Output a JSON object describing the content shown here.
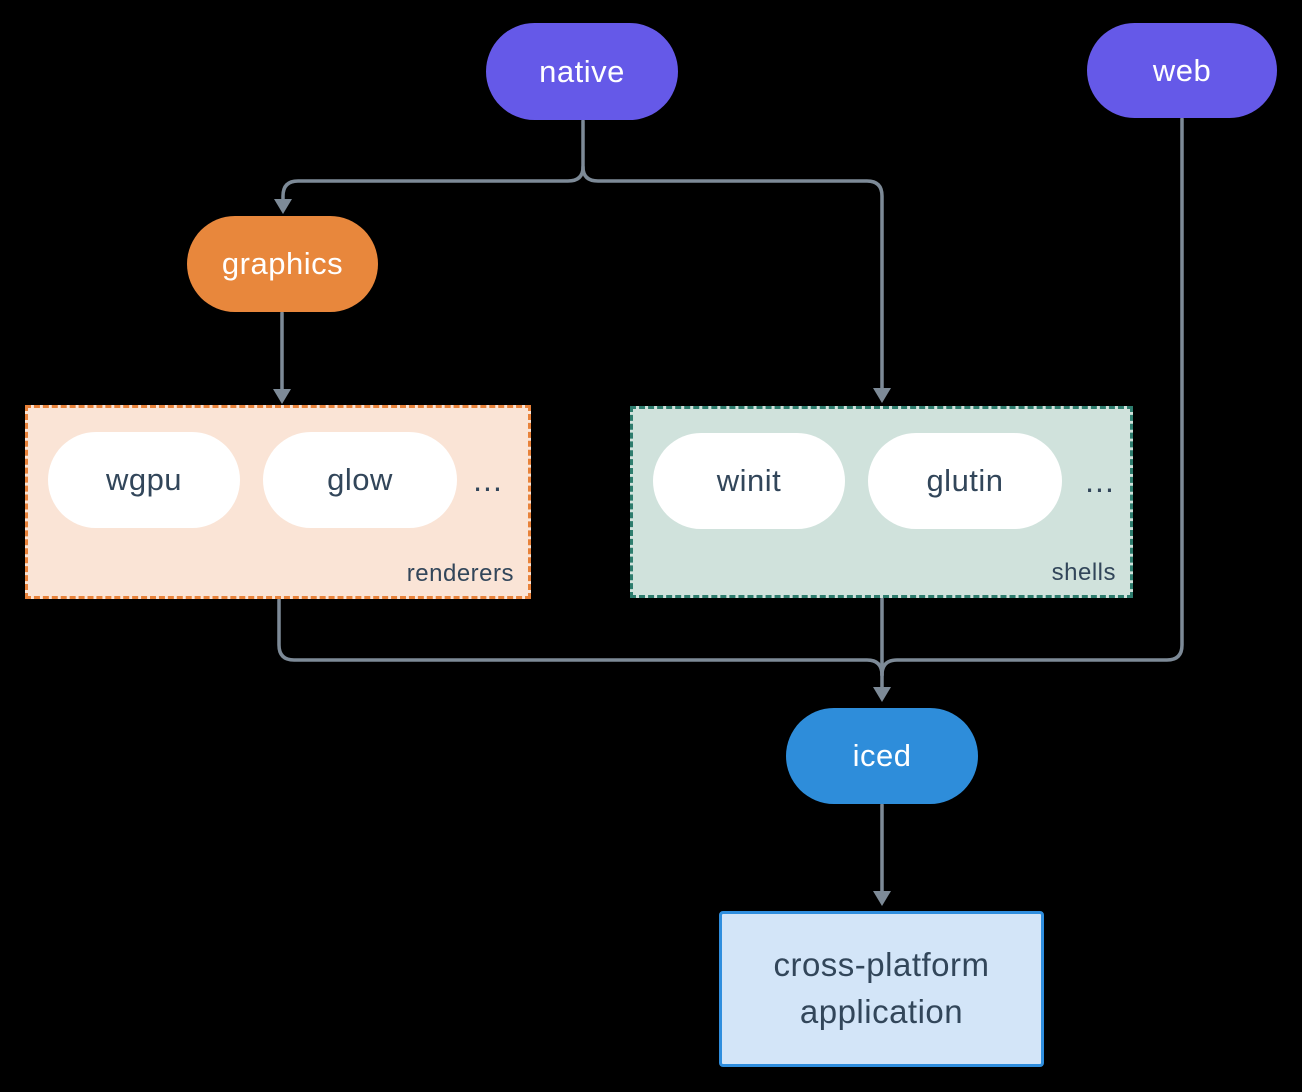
{
  "diagram": {
    "background": "#000000",
    "edge_color": "#7d8a97",
    "nodes": {
      "native": {
        "label": "native",
        "color": "#6559e8",
        "text_color": "#ffffff"
      },
      "web": {
        "label": "web",
        "color": "#6559e8",
        "text_color": "#ffffff"
      },
      "graphics": {
        "label": "graphics",
        "color": "#e8873c",
        "text_color": "#ffffff"
      },
      "iced": {
        "label": "iced",
        "color": "#2e8dda",
        "text_color": "#ffffff"
      },
      "application": {
        "line1": "cross-platform",
        "line2": "application",
        "fill": "#d3e5f8",
        "border": "#2f8ede",
        "text_color": "#32465a"
      }
    },
    "groups": {
      "renderers": {
        "label": "renderers",
        "fill": "#fae4d6",
        "border": "#e8823a",
        "label_color": "#32465a",
        "item_fill": "#ffffff",
        "item_text_color": "#32465a",
        "items": [
          "wgpu",
          "glow"
        ],
        "ellipsis": "..."
      },
      "shells": {
        "label": "shells",
        "fill": "#d0e2dc",
        "border": "#2e7d6e",
        "label_color": "#32465a",
        "item_fill": "#ffffff",
        "item_text_color": "#32465a",
        "items": [
          "winit",
          "glutin"
        ],
        "ellipsis": "..."
      }
    }
  }
}
